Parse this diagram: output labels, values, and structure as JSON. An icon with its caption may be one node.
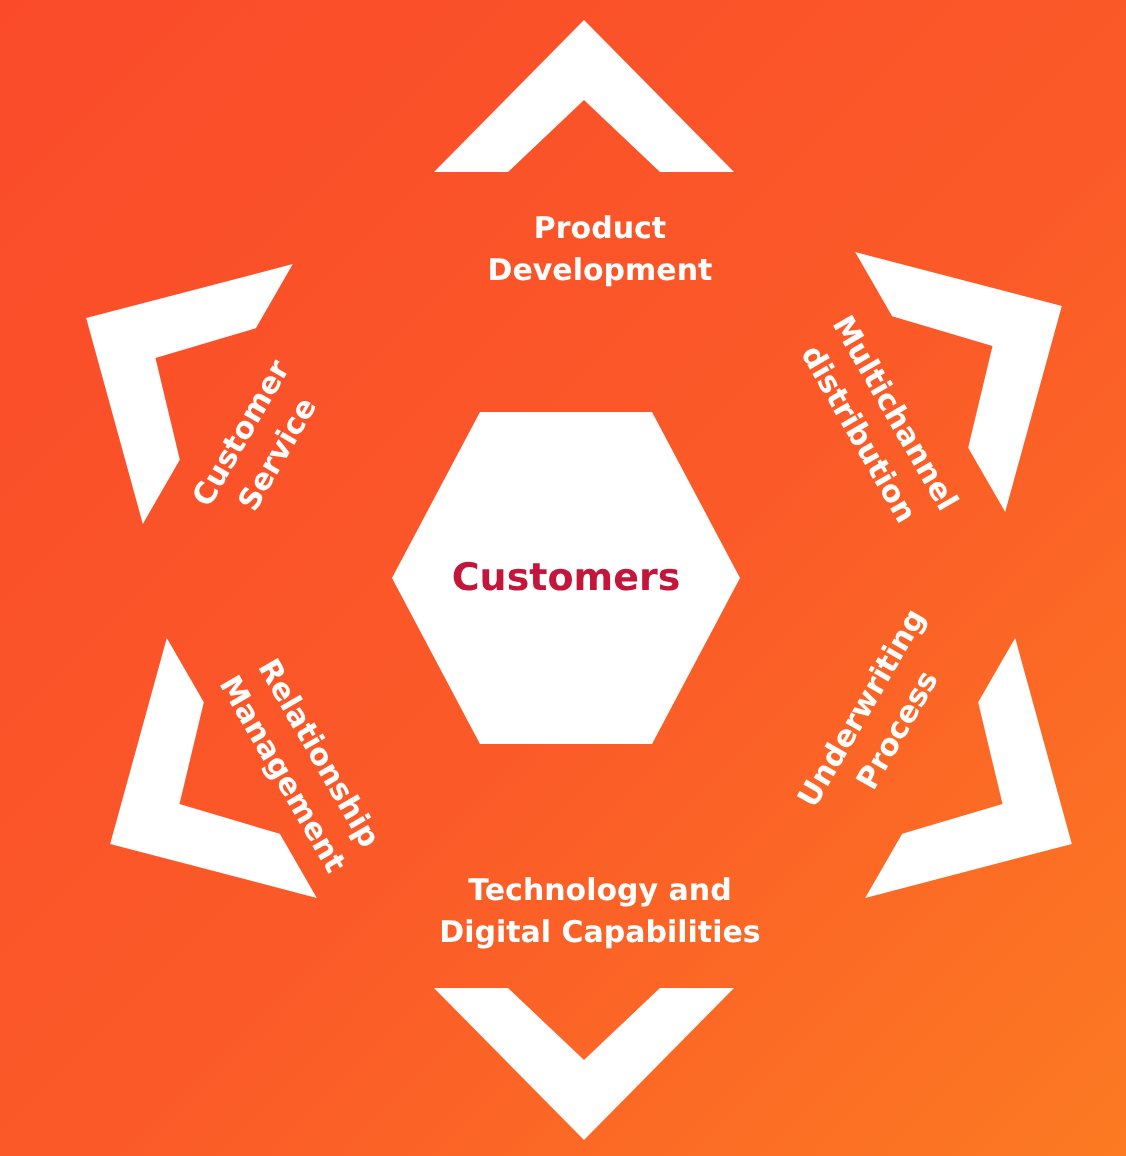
{
  "diagram": {
    "nodes": [
      {
        "text": [
          "Product Development"
        ]
      },
      {
        "text": [
          "Multichannel distribution"
        ]
      },
      {
        "text": [
          "Underwriting Process"
        ]
      },
      {
        "text": [
          "Technology and Digital Capabilities"
        ]
      },
      {
        "text": [
          "Relationship Management"
        ]
      },
      {
        "text": [
          "Customer Service"
        ]
      },
      {
        "text": [
          "Customers"
        ]
      }
    ]
  }
}
